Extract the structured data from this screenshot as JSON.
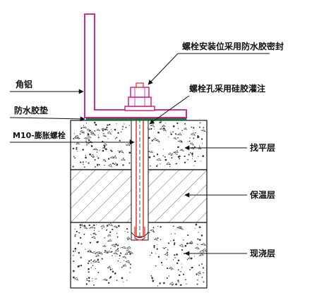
{
  "labels": {
    "sealant_at_bolt": "螺栓安装位采用防水胶密封",
    "hole_grout": "螺栓孔采用硅胶灌注",
    "angle_aluminum": "角铝",
    "waterproof_pad": "防水胶垫",
    "expansion_bolt": "M10-膨胀螺栓",
    "leveling_layer": "找平层",
    "insulation_layer": "保温层",
    "cast_in_place_layer": "现浇层"
  },
  "colors": {
    "line": "#111111",
    "aluminum": "#c8168c",
    "pad": "#1a7a3a",
    "bolt": "#d62828",
    "hatch": "#444444"
  }
}
